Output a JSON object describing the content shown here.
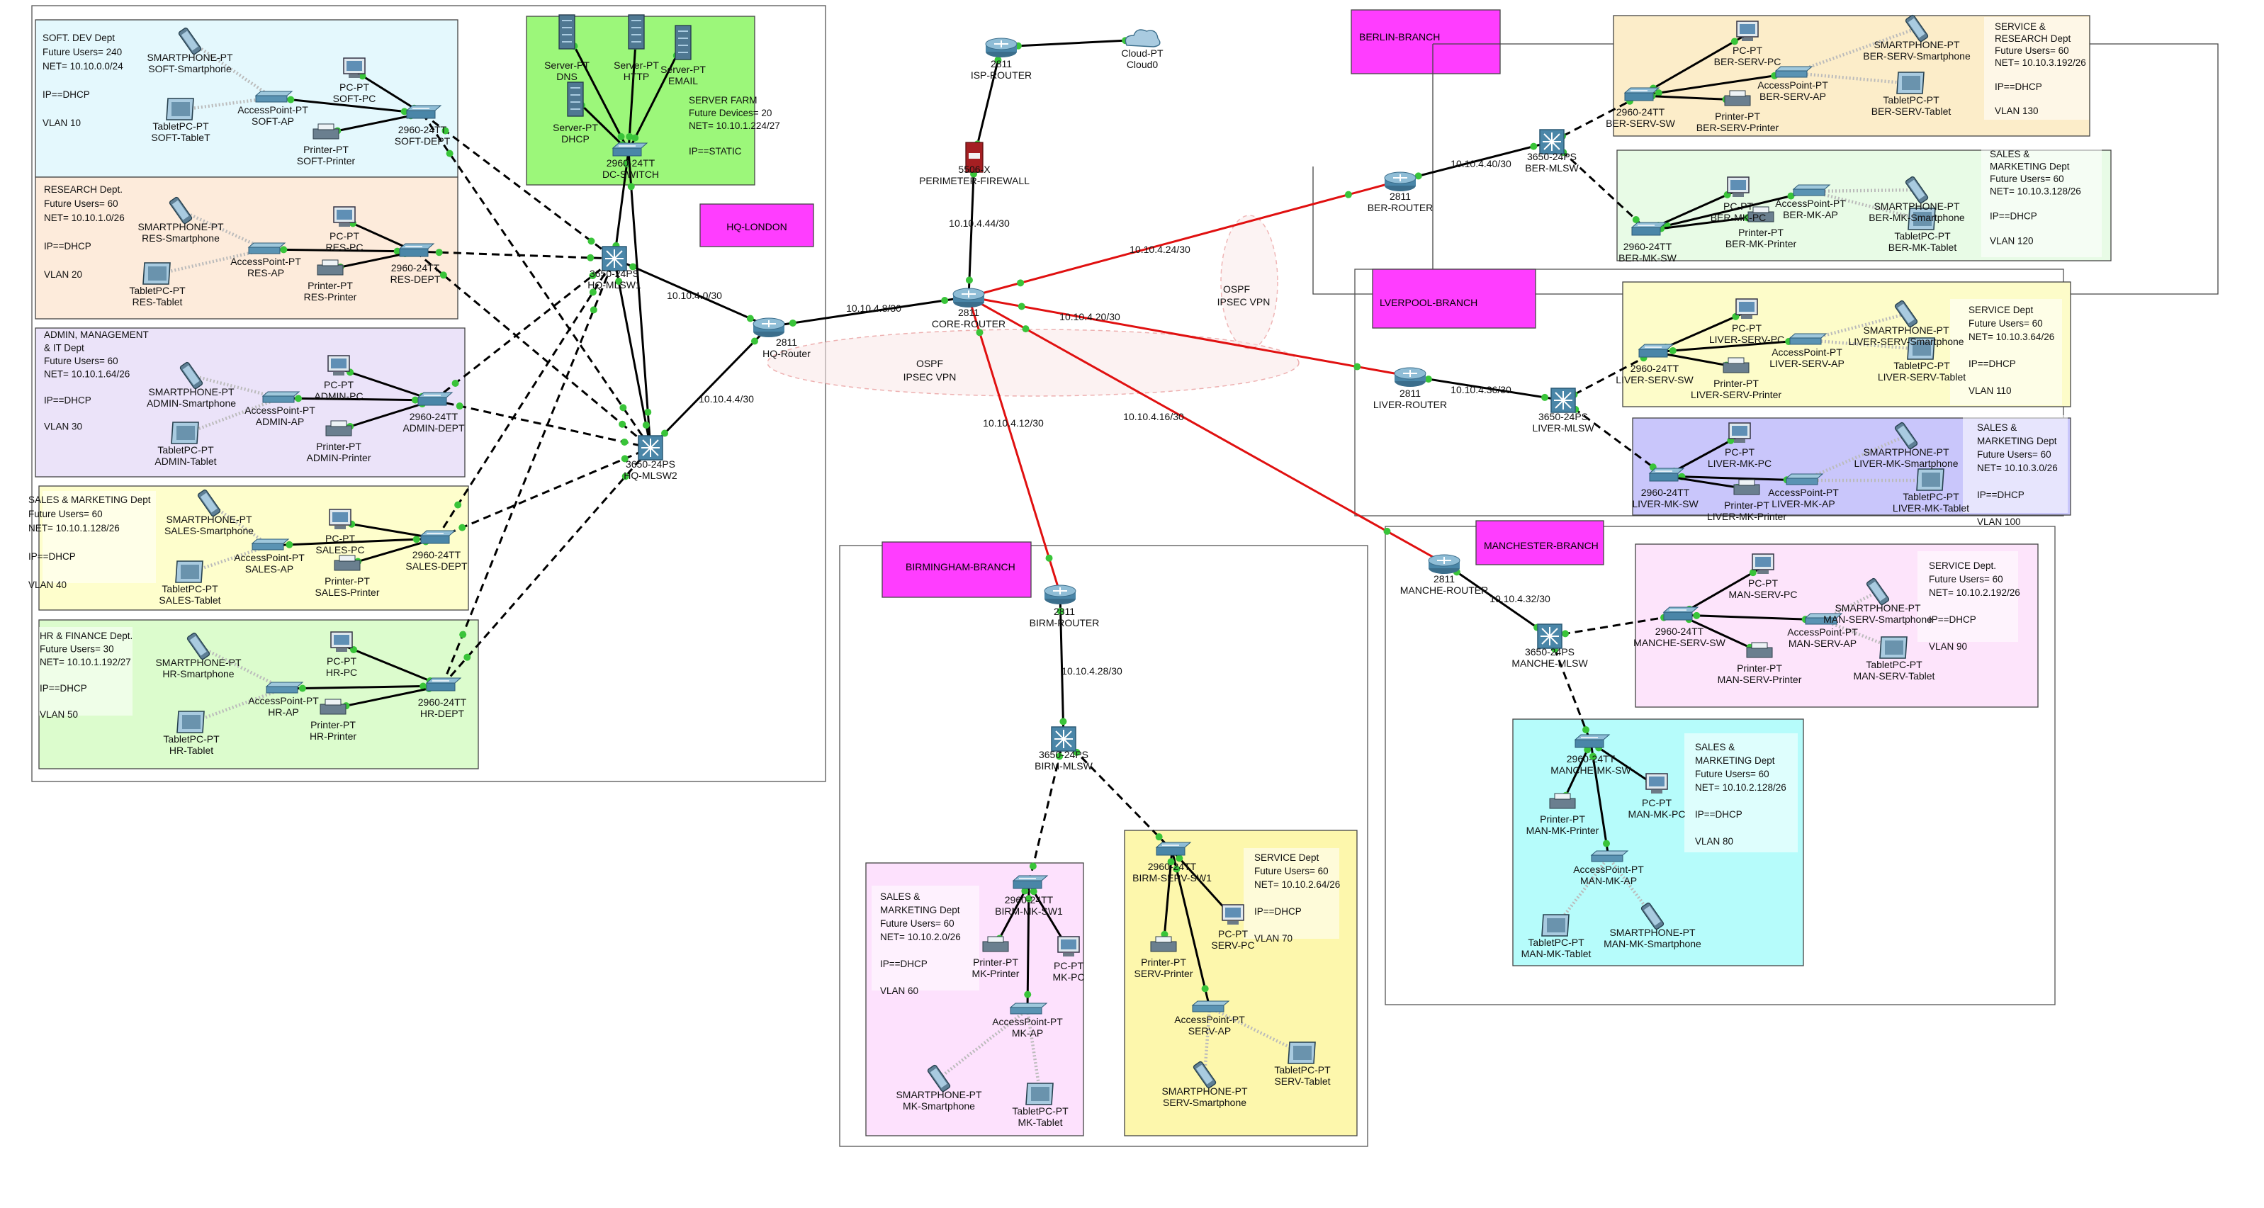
{
  "colors": {
    "soft": "#e4f8fd",
    "research": "#fdebdb",
    "admin": "#ebe3f9",
    "sales": "#fefecc",
    "hr": "#dcfccd",
    "serverfarm": "#9cf77a",
    "magenta": "#ff3dff",
    "ber_serv": "#fcedc9",
    "ber_mk": "#e8fbe6",
    "liver_serv": "#fdfcc9",
    "liver_mk": "#c9c6fb",
    "man_serv": "#fde4fb",
    "man_mk": "#b6fcfb",
    "birm_mk": "#fde1fd",
    "birm_serv": "#fdf7ac",
    "link_red": "#e01010",
    "link_dash": "#000000"
  },
  "zones": {
    "hq": "HQ-LONDON",
    "berlin": "BERLIN-BRANCH",
    "liverpool": "LVERPOOL-BRANCH",
    "manchester": "MANCHESTER-BRANCH",
    "birmingham": "BIRMINGHAM-BRANCH"
  },
  "depts": {
    "soft": [
      "SOFT. DEV Dept",
      "Future Users= 240",
      "NET= 10.10.0.0/24",
      "",
      "IP==DHCP",
      "",
      "VLAN 10"
    ],
    "research": [
      "RESEARCH Dept.",
      "Future Users= 60",
      "NET= 10.10.1.0/26",
      "",
      "IP==DHCP",
      "",
      "VLAN 20"
    ],
    "admin": [
      "ADMIN, MANAGEMENT",
      "& IT Dept",
      "Future Users= 60",
      "NET= 10.10.1.64/26",
      "",
      "IP==DHCP",
      "",
      "VLAN 30"
    ],
    "sales": [
      "SALES & MARKETING Dept",
      "Future Users= 60",
      "NET= 10.10.1.128/26",
      "",
      "IP==DHCP",
      "",
      "VLAN 40"
    ],
    "hr": [
      "HR & FINANCE Dept.",
      "Future Users= 30",
      "NET= 10.10.1.192/27",
      "",
      "IP==DHCP",
      "",
      "VLAN 50"
    ],
    "serverfarm": [
      "SERVER FARM",
      "Future Devices= 20",
      "NET= 10.10.1.224/27",
      "",
      "IP==STATIC"
    ],
    "ber_serv": [
      "SERVICE &",
      "RESEARCH Dept",
      "Future Users= 60",
      "NET= 10.10.3.192/26",
      "",
      "IP==DHCP",
      "",
      "VLAN 130"
    ],
    "ber_mk": [
      "SALES &",
      "MARKETING Dept",
      "Future Users= 60",
      "NET= 10.10.3.128/26",
      "",
      "IP==DHCP",
      "",
      "VLAN 120"
    ],
    "liver_serv": [
      "SERVICE Dept",
      "Future Users= 60",
      "NET= 10.10.3.64/26",
      "",
      "IP==DHCP",
      "",
      "VLAN 110"
    ],
    "liver_mk": [
      "SALES &",
      "MARKETING Dept",
      "Future Users= 60",
      "NET= 10.10.3.0/26",
      "",
      "IP==DHCP",
      "",
      "VLAN 100"
    ],
    "man_serv": [
      "SERVICE Dept.",
      "Future Users= 60",
      "NET= 10.10.2.192/26",
      "",
      "IP==DHCP",
      "",
      "VLAN 90"
    ],
    "man_mk": [
      "SALES &",
      "MARKETING Dept",
      "Future Users= 60",
      "NET= 10.10.2.128/26",
      "",
      "IP==DHCP",
      "",
      "VLAN 80"
    ],
    "birm_mk": [
      "SALES &",
      "MARKETING Dept",
      "Future Users= 60",
      "NET= 10.10.2.0/26",
      "",
      "IP==DHCP",
      "",
      "VLAN 60"
    ],
    "birm_serv": [
      "SERVICE Dept",
      "Future Users= 60",
      "NET= 10.10.2.64/26",
      "",
      "IP==DHCP",
      "",
      "VLAN 70"
    ]
  },
  "links": {
    "hq_core": "10.10.4.8/30",
    "hq_mlsw1": "10.10.4.0/30",
    "hq_mlsw2": "10.10.4.4/30",
    "core_fw": "10.10.4.44/30",
    "core_ber": "10.10.4.24/30",
    "core_liver": "10.10.4.20/30",
    "core_birm": "10.10.4.12/30",
    "core_man": "10.10.4.16/30",
    "ber": "10.10.4.40/30",
    "liver": "10.10.4.36/30",
    "man": "10.10.4.32/30",
    "birm": "10.10.4.28/30"
  },
  "vpn": {
    "hq": [
      "OSPF",
      "IPSEC VPN"
    ],
    "ber": [
      "OSPF",
      "IPSEC VPN"
    ]
  },
  "devices": {
    "core": [
      "2811",
      "CORE-ROUTER"
    ],
    "isp": [
      "2811",
      "ISP-ROUTER"
    ],
    "cloud": [
      "Cloud-PT",
      "Cloud0"
    ],
    "fw": [
      "5506-X",
      "PERIMETER-FIREWALL"
    ],
    "hq_router": [
      "2811",
      "HQ-Router"
    ],
    "hq_mlsw1": [
      "3650-24PS",
      "HQ-MLSW1"
    ],
    "hq_mlsw2": [
      "3650-24PS",
      "HQ-MLSW2"
    ],
    "dc_switch": [
      "2960-24TT",
      "DC-SWITCH"
    ],
    "srv_dns": [
      "Server-PT",
      "DNS"
    ],
    "srv_http": [
      "Server-PT",
      "HTTP"
    ],
    "srv_email": [
      "Server-PT",
      "EMAIL"
    ],
    "srv_dhcp": [
      "Server-PT",
      "DHCP"
    ],
    "soft_sw": [
      "2960-24TT",
      "SOFT-DEPT"
    ],
    "soft_ap": [
      "AccessPoint-PT",
      "SOFT-AP"
    ],
    "soft_pc": [
      "PC-PT",
      "SOFT-PC"
    ],
    "soft_ph": [
      "SMARTPHONE-PT",
      "SOFT-Smartphone"
    ],
    "soft_tab": [
      "TabletPC-PT",
      "SOFT-TableT"
    ],
    "soft_pr": [
      "Printer-PT",
      "SOFT-Printer"
    ],
    "res_sw": [
      "2960-24TT",
      "RES-DEPT"
    ],
    "res_ap": [
      "AccessPoint-PT",
      "RES-AP"
    ],
    "res_pc": [
      "PC-PT",
      "RES-PC"
    ],
    "res_ph": [
      "SMARTPHONE-PT",
      "RES-Smartphone"
    ],
    "res_tab": [
      "TabletPC-PT",
      "RES-Tablet"
    ],
    "res_pr": [
      "Printer-PT",
      "RES-Printer"
    ],
    "adm_sw": [
      "2960-24TT",
      "ADMIN-DEPT"
    ],
    "adm_ap": [
      "AccessPoint-PT",
      "ADMIN-AP"
    ],
    "adm_pc": [
      "PC-PT",
      "ADMIN-PC"
    ],
    "adm_ph": [
      "SMARTPHONE-PT",
      "ADMIN-Smartphone"
    ],
    "adm_tab": [
      "TabletPC-PT",
      "ADMIN-Tablet"
    ],
    "adm_pr": [
      "Printer-PT",
      "ADMIN-Printer"
    ],
    "sal_sw": [
      "2960-24TT",
      "SALES-DEPT"
    ],
    "sal_ap": [
      "AccessPoint-PT",
      "SALES-AP"
    ],
    "sal_pc": [
      "PC-PT",
      "SALES-PC"
    ],
    "sal_ph": [
      "SMARTPHONE-PT",
      "SALES-Smartphone"
    ],
    "sal_tab": [
      "TabletPC-PT",
      "SALES-Tablet"
    ],
    "sal_pr": [
      "Printer-PT",
      "SALES-Printer"
    ],
    "hr_sw": [
      "2960-24TT",
      "HR-DEPT"
    ],
    "hr_ap": [
      "AccessPoint-PT",
      "HR-AP"
    ],
    "hr_pc": [
      "PC-PT",
      "HR-PC"
    ],
    "hr_ph": [
      "SMARTPHONE-PT",
      "HR-Smartphone"
    ],
    "hr_tab": [
      "TabletPC-PT",
      "HR-Tablet"
    ],
    "hr_pr": [
      "Printer-PT",
      "HR-Printer"
    ],
    "ber_router": [
      "2811",
      "BER-ROUTER"
    ],
    "ber_mlsw": [
      "3650-24PS",
      "BER-MLSW"
    ],
    "bs_sw": [
      "2960-24TT",
      "BER-SERV-SW"
    ],
    "bs_ap": [
      "AccessPoint-PT",
      "BER-SERV-AP"
    ],
    "bs_pc": [
      "PC-PT",
      "BER-SERV-PC"
    ],
    "bs_tab": [
      "TabletPC-PT",
      "BER-SERV-Tablet"
    ],
    "bs_ph": [
      "SMARTPHONE-PT",
      "BER-SERV-Smartphone"
    ],
    "bs_pr": [
      "Printer-PT",
      "BER-SERV-Printer"
    ],
    "bm_sw": [
      "2960-24TT",
      "BER-MK-SW"
    ],
    "bm_ap": [
      "AccessPoint-PT",
      "BER-MK-AP"
    ],
    "bm_pc": [
      "PC-PT",
      "BER-MK-PC"
    ],
    "bm_tab": [
      "TabletPC-PT",
      "BER-MK-Tablet"
    ],
    "bm_ph": [
      "SMARTPHONE-PT",
      "BER-MK-Smartphone"
    ],
    "bm_pr": [
      "Printer-PT",
      "BER-MK-Printer"
    ],
    "liver_router": [
      "2811",
      "LIVER-ROUTER"
    ],
    "liver_mlsw": [
      "3650-24PS",
      "LIVER-MLSW"
    ],
    "ls_sw": [
      "2960-24TT",
      "LIVER-SERV-SW"
    ],
    "ls_ap": [
      "AccessPoint-PT",
      "LIVER-SERV-AP"
    ],
    "ls_pc": [
      "PC-PT",
      "LIVER-SERV-PC"
    ],
    "ls_tab": [
      "TabletPC-PT",
      "LIVER-SERV-Tablet"
    ],
    "ls_ph": [
      "SMARTPHONE-PT",
      "LIVER-SERV-Smartphone"
    ],
    "ls_pr": [
      "Printer-PT",
      "LIVER-SERV-Printer"
    ],
    "lm_sw": [
      "2960-24TT",
      "LIVER-MK-SW"
    ],
    "lm_ap": [
      "AccessPoint-PT",
      "LIVER-MK-AP"
    ],
    "lm_pc": [
      "PC-PT",
      "LIVER-MK-PC"
    ],
    "lm_tab": [
      "TabletPC-PT",
      "LIVER-MK-Tablet"
    ],
    "lm_ph": [
      "SMARTPHONE-PT",
      "LIVER-MK-Smartphone"
    ],
    "lm_pr": [
      "Printer-PT",
      "LIVER-MK-Printer"
    ],
    "man_router": [
      "2811",
      "MANCHE-ROUTER"
    ],
    "man_mlsw": [
      "3650-24PS",
      "MANCHE-MLSW"
    ],
    "ms_sw": [
      "2960-24TT",
      "MANCHE-SERV-SW"
    ],
    "ms_ap": [
      "AccessPoint-PT",
      "MAN-SERV-AP"
    ],
    "ms_pc": [
      "PC-PT",
      "MAN-SERV-PC"
    ],
    "ms_tab": [
      "TabletPC-PT",
      "MAN-SERV-Tablet"
    ],
    "ms_ph": [
      "SMARTPHONE-PT",
      "MAN-SERV-Smartphone"
    ],
    "ms_pr": [
      "Printer-PT",
      "MAN-SERV-Printer"
    ],
    "mm_sw": [
      "2960-24TT",
      "MANCHE-MK-SW"
    ],
    "mm_ap": [
      "AccessPoint-PT",
      "MAN-MK-AP"
    ],
    "mm_pc": [
      "PC-PT",
      "MAN-MK-PC"
    ],
    "mm_tab": [
      "TabletPC-PT",
      "MAN-MK-Tablet"
    ],
    "mm_ph": [
      "SMARTPHONE-PT",
      "MAN-MK-Smartphone"
    ],
    "mm_pr": [
      "Printer-PT",
      "MAN-MK-Printer"
    ],
    "birm_router": [
      "2811",
      "BIRM-ROUTER"
    ],
    "birm_mlsw": [
      "3650-24PS",
      "BIRM-MLSW"
    ],
    "bk_sw": [
      "2960-24TT",
      "BIRM-MK-SW1"
    ],
    "bk_ap": [
      "AccessPoint-PT",
      "MK-AP"
    ],
    "bk_pc": [
      "PC-PT",
      "MK-PC"
    ],
    "bk_ph": [
      "SMARTPHONE-PT",
      "MK-Smartphone"
    ],
    "bk_tab": [
      "TabletPC-PT",
      "MK-Tablet"
    ],
    "bk_pr": [
      "Printer-PT",
      "MK-Printer"
    ],
    "bv_sw": [
      "2960-24TT",
      "BIRM-SERV-SW1"
    ],
    "bv_ap": [
      "AccessPoint-PT",
      "SERV-AP"
    ],
    "bv_pc": [
      "PC-PT",
      "SERV-PC"
    ],
    "bv_ph": [
      "SMARTPHONE-PT",
      "SERV-Smartphone"
    ],
    "bv_tab": [
      "TabletPC-PT",
      "SERV-Tablet"
    ],
    "bv_pr": [
      "Printer-PT",
      "SERV-Printer"
    ]
  }
}
